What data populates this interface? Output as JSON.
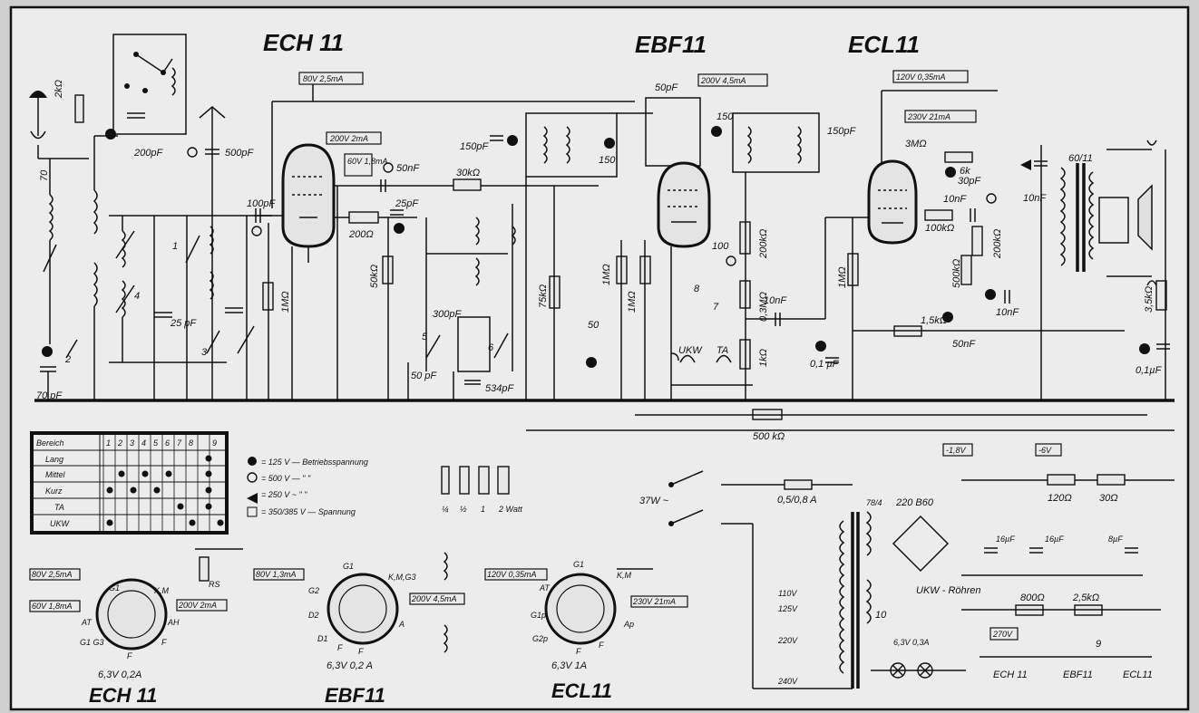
{
  "tubes": {
    "ech": "ECH 11",
    "ebf": "EBF11",
    "ecl": "ECL11"
  },
  "operating_points": {
    "ech_a": "80V 2,5mA",
    "ech_b": "200V 2mA",
    "ech_c": "60V 1,8mA",
    "ebf_a": "200V 4,5mA",
    "ecl_a": "120V 0,35mA",
    "ecl_b": "230V 21mA",
    "neg18": "-1,8V",
    "neg6": "-6V",
    "v270": "270V"
  },
  "components": {
    "c500pf": "500pF",
    "c200pf": "200pF",
    "c50nf": "50nF",
    "r30k": "30kΩ",
    "c150a": "150pF",
    "c150b": "150",
    "c150c": "150",
    "c150d": "150pF",
    "c50pf_top": "50pF",
    "c100pf": "100pF",
    "r200": "200Ω",
    "c25pf": "25pF",
    "r50k": "50kΩ",
    "r1m_a": "1MΩ",
    "r75k": "75kΩ",
    "c300pf": "300pF",
    "c534": "534pF",
    "c50": "50",
    "c50nf_b": "50 nF",
    "r1m_b": "1MΩ",
    "r1m_c": "1MΩ",
    "r200k": "200kΩ",
    "r03m": "0,3MΩ",
    "r1k": "1kΩ",
    "c10nf_a": "10nF",
    "c01uf": "0,1 µF",
    "r1m_d": "1MΩ",
    "r3m": "3MΩ",
    "r6k": "6k",
    "c30pf": "30pF",
    "c10nf_b": "10nF",
    "c10nf_c": "10nF",
    "r100k": "100kΩ",
    "r200k_b": "200kΩ",
    "r500k": "500kΩ",
    "r15k": "1,5kΩ",
    "c50nf_c": "50nF",
    "c10nf_d": "10nF",
    "r35k": "3,5kΩ",
    "c01uf_b": "0,1µF",
    "t6011": "60/11",
    "r500k_b": "500 kΩ",
    "c70pf": "70 pF",
    "c70": "70",
    "c25": "25 pF",
    "c100": "100",
    "c50pf": "50 pF",
    "c2kq": "2kΩ",
    "fuse": "0,5/0,8 A",
    "w37": "37W ~",
    "rect": "220 B60",
    "v110": "110V",
    "v125": "125V",
    "v220": "220V",
    "v240": "240V",
    "t7814": "78/4",
    "ukw_roehren": "UKW - Röhren",
    "r120": "120Ω",
    "r30": "30Ω",
    "c16a": "16µF",
    "c16b": "16µF",
    "c8": "8µF",
    "r800": "800Ω",
    "r25k": "2,5kΩ",
    "heater": "6,3V 0,3A",
    "ukw": "UKW",
    "ta": "TA",
    "n1": "1",
    "n2": "2",
    "n3": "3",
    "n4": "4",
    "n5": "5",
    "n6": "6",
    "n7": "7",
    "n8": "8",
    "n9": "9",
    "n10": "10"
  },
  "switch_table": {
    "header": [
      "Bereich",
      "1",
      "2",
      "3",
      "4",
      "5",
      "6",
      "7",
      "8",
      "9"
    ],
    "rows": [
      "Lang",
      "Mittel",
      "Kurz",
      "TA",
      "UKW"
    ]
  },
  "legend": {
    "l1": "= 125 V — Betriebsspannung",
    "l2": "= 500 V — \"  \"",
    "l3": "= 250 V ~ \"  \"",
    "l4": "= 350/385 V — Spannung",
    "watts": [
      "¼",
      "½",
      "1",
      "2 Watt"
    ]
  },
  "pinouts": {
    "ech": {
      "name": "ECH 11",
      "heater": "6,3V 0,2A",
      "p1": "80V 2,5mA",
      "p2": "60V 1,8mA",
      "p3": "200V 2mA",
      "g1": "G1",
      "km": "K,M",
      "at": "AT",
      "ah": "AH",
      "g1g3": "G1 G3",
      "f": "F",
      "f2": "F",
      "rs": "RS"
    },
    "ebf": {
      "name": "EBF11",
      "heater": "6,3V 0,2 A",
      "p1": "80V 1,3mA",
      "p2": "200V 4,5mA",
      "g1": "G1",
      "km": "K,M,G3",
      "g2": "G2",
      "d2": "D2",
      "d1": "D1",
      "a": "A",
      "f": "F",
      "f2": "F"
    },
    "ecl": {
      "name": "ECL11",
      "heater": "6,3V 1A",
      "p1": "120V 0,35mA",
      "p2": "230V 21mA",
      "g1": "G1",
      "km": "K,M",
      "at": "AT",
      "gtp": "G1p",
      "g2p": "G2p",
      "ap": "Ap",
      "f": "F",
      "f2": "F"
    }
  },
  "footer": {
    "ech": "ECH 11",
    "ebf": "EBF11",
    "ecl": "ECL11"
  }
}
